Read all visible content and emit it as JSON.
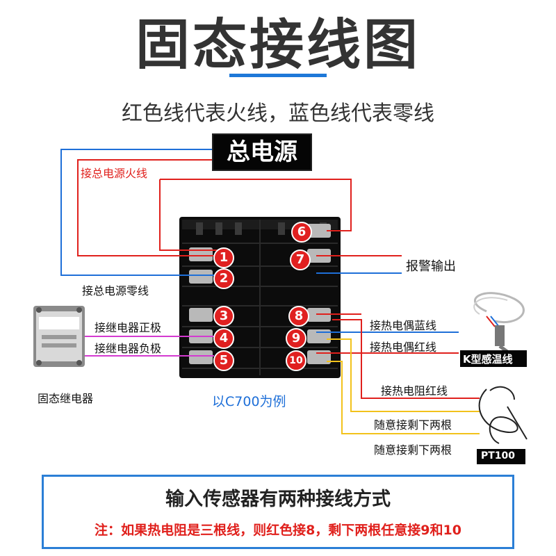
{
  "header": {
    "title": "固态接线图",
    "subtitle": "红色线代表火线，蓝色线代表零线"
  },
  "power_box": {
    "label": "总电源"
  },
  "labels": {
    "live_wire": "接总电源火线",
    "neutral_wire": "接总电源零线",
    "alarm_output": "报警输出",
    "relay_positive": "接继电器正极",
    "relay_negative": "接继电器负极",
    "ssr": "固态继电器",
    "tc_blue": "接热电偶蓝线",
    "tc_red": "接热电偶红线",
    "k_sensor": "K型感温线",
    "rtd_red": "接热电阻红线",
    "any_two_1": "随意接剩下两根",
    "any_two_2": "随意接剩下两根",
    "pt100": "PT100",
    "example": "以C700为例"
  },
  "terminals": [
    "1",
    "2",
    "3",
    "4",
    "5",
    "6",
    "7",
    "8",
    "9",
    "10"
  ],
  "footer": {
    "title": "输入传感器有两种接线方式",
    "note_prefix": "注：",
    "note": "如果热电阻是三根线，则红色接8，剩下两根任意接9和10"
  },
  "colors": {
    "live": "#e0201c",
    "neutral": "#1e6fd8",
    "relay": "#d43ad0",
    "yellow": "#f2c21b",
    "badge": "#e02020"
  }
}
